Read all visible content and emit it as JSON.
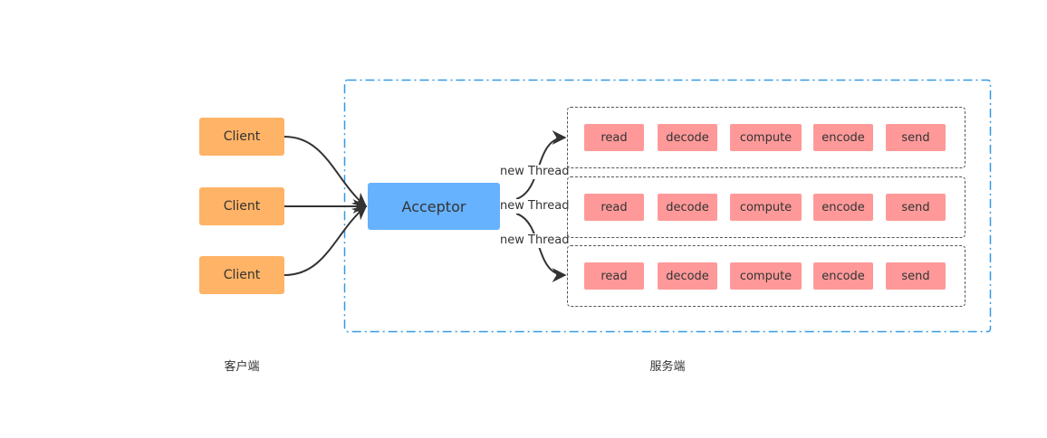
{
  "diagram": {
    "clients": [
      {
        "label": "Client"
      },
      {
        "label": "Client"
      },
      {
        "label": "Client"
      }
    ],
    "acceptor": {
      "label": "Acceptor"
    },
    "thread_edges": [
      {
        "label": "new Thread"
      },
      {
        "label": "new Thread"
      },
      {
        "label": "new Thread"
      }
    ],
    "handlers": [
      {
        "steps": [
          "read",
          "decode",
          "compute",
          "encode",
          "send"
        ]
      },
      {
        "steps": [
          "read",
          "decode",
          "compute",
          "encode",
          "send"
        ]
      },
      {
        "steps": [
          "read",
          "decode",
          "compute",
          "encode",
          "send"
        ]
      }
    ],
    "captions": {
      "client_side": "客户端",
      "server_side": "服务端"
    },
    "colors": {
      "client": "#FFB366",
      "acceptor": "#66B2FF",
      "step": "#FF9999",
      "server_border": "#3399E6",
      "arrow": "#333333"
    }
  }
}
